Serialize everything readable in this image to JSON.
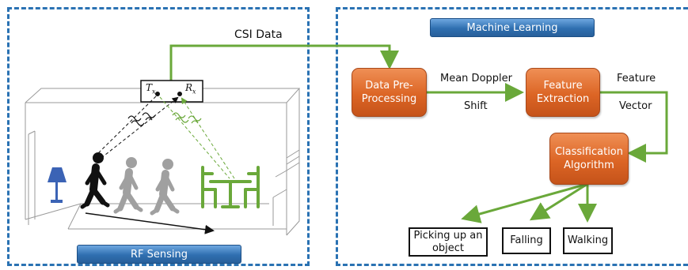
{
  "panels": {
    "left": {
      "label": "RF Sensing"
    },
    "right": {
      "label": "Machine Learning"
    }
  },
  "flow": {
    "csi_label": "CSI Data",
    "edge_mean_doppler_top": "Mean Doppler",
    "edge_mean_doppler_bottom": "Shift",
    "edge_feature_top": "Feature",
    "edge_feature_bottom": "Vector"
  },
  "router": {
    "tx_label": "T",
    "tx_sub": "x",
    "rx_label": "R",
    "rx_sub": "x"
  },
  "steps": {
    "preprocessing": {
      "line1": "Data Pre-",
      "line2": "Processing"
    },
    "feature_extraction": {
      "line1": "Feature",
      "line2": "Extraction"
    },
    "classification": {
      "line1": "Classification",
      "line2": "Algorithm"
    }
  },
  "activities": {
    "picking_up": {
      "line1": "Picking up an",
      "line2": "object"
    },
    "falling": {
      "label": "Falling"
    },
    "walking": {
      "label": "Walking"
    }
  },
  "colors": {
    "panel_border": "#2a72b3",
    "tag_blue": "#2f6fb0",
    "box_orange": "#dc6525",
    "arrow_green": "#6aa83a",
    "figure_black": "#111111",
    "figure_gray": "#a0a0a0",
    "furniture_green": "#6aa83a",
    "lamp_blue": "#3b63b5"
  }
}
